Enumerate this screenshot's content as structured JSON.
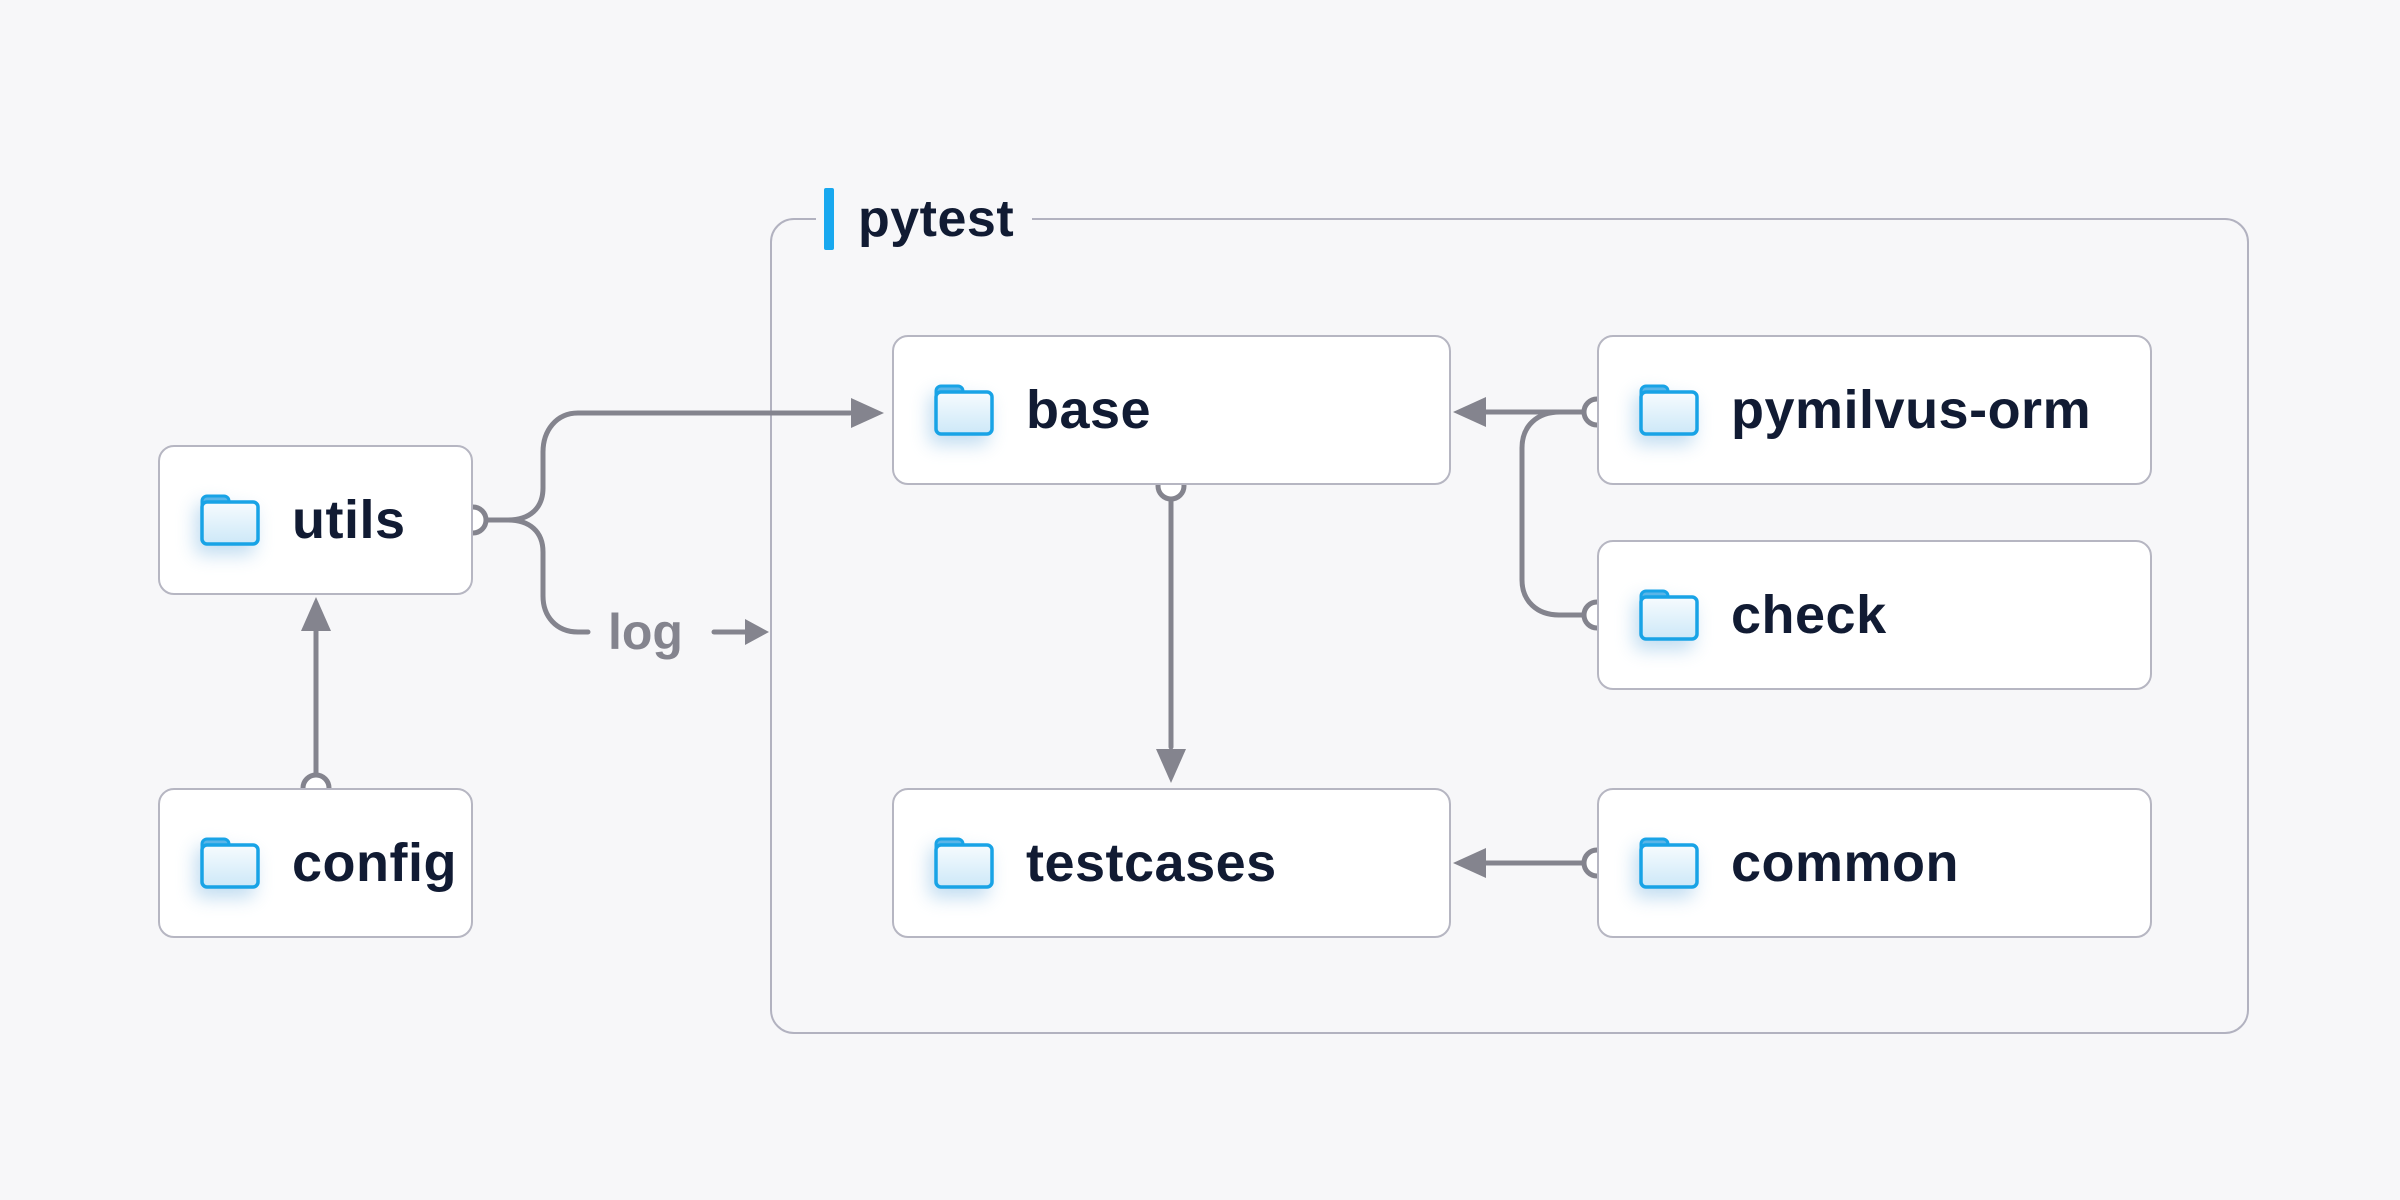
{
  "diagram": {
    "group": {
      "label": "pytest"
    },
    "nodes": {
      "utils": {
        "label": "utils"
      },
      "config": {
        "label": "config"
      },
      "base": {
        "label": "base"
      },
      "testcases": {
        "label": "testcases"
      },
      "pymilvus_orm": {
        "label": "pymilvus-orm"
      },
      "check": {
        "label": "check"
      },
      "common": {
        "label": "common"
      }
    },
    "edge_labels": {
      "log": "log"
    },
    "edges": [
      {
        "from": "config",
        "to": "utils"
      },
      {
        "from": "utils",
        "to": "base"
      },
      {
        "from": "utils",
        "to": "log"
      },
      {
        "from": "base",
        "to": "testcases"
      },
      {
        "from": "pymilvus-orm",
        "to": "base"
      },
      {
        "from": "check",
        "to": "base"
      },
      {
        "from": "common",
        "to": "testcases"
      }
    ],
    "colors": {
      "background": "#f7f7f9",
      "node_background": "#ffffff",
      "node_border": "#b6b6c2",
      "group_border": "#b2b2c0",
      "connector_gray": "#84848e",
      "text_navy": "#111b33",
      "accent_blue": "#18a8ef",
      "folder_blue": "#18a3e6"
    }
  }
}
